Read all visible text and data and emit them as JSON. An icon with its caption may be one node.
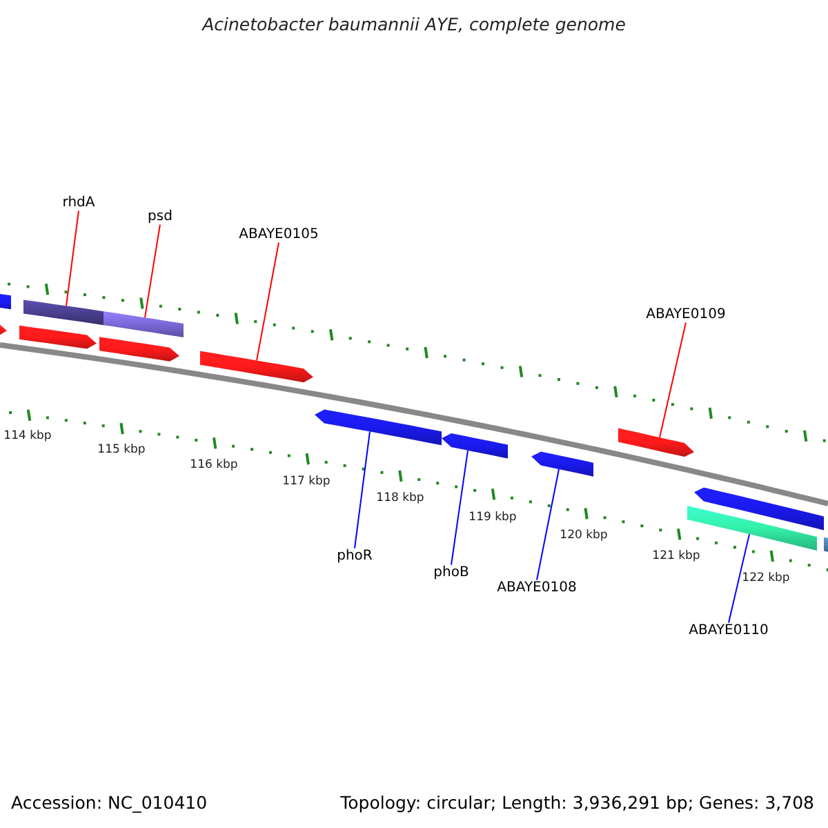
{
  "diagram": {
    "title": "Acinetobacter baumannii AYE, complete genome",
    "nodes": [
      {
        "text": [
          "rhdA"
        ]
      },
      {
        "text": [
          "psd"
        ]
      },
      {
        "text": [
          "ABAYE0105"
        ]
      },
      {
        "text": [
          "ABAYE0109"
        ]
      },
      {
        "text": [
          "phoR"
        ]
      },
      {
        "text": [
          "phoB"
        ]
      },
      {
        "text": [
          "ABAYE0108"
        ]
      },
      {
        "text": [
          "ABAYE0110"
        ]
      },
      {
        "text": [],
        "shape": "bar"
      },
      {
        "text": [],
        "shape": "bar"
      },
      {
        "text": [],
        "shape": "bar"
      },
      {
        "text": [],
        "shape": "bar"
      },
      {
        "text": [],
        "shape": "bar"
      },
      {
        "text": [],
        "shape": "bar"
      },
      {
        "text": [],
        "shape": "bar"
      },
      {
        "text": [],
        "shape": "bar"
      },
      {
        "text": [],
        "shape": "bar"
      },
      {
        "text": [],
        "shape": "bar"
      },
      {
        "text": [],
        "shape": "bar"
      },
      {
        "text": [],
        "shape": "bar"
      },
      {
        "text": [],
        "shape": "bar"
      },
      {
        "text": [],
        "shape": "bar"
      }
    ],
    "edges": [
      {
        "from": 0,
        "to": 11,
        "arrow": "none",
        "color": "#ff0000"
      },
      {
        "from": 1,
        "to": 13,
        "arrow": "none",
        "color": "#ff0000"
      },
      {
        "from": 2,
        "to": 14,
        "arrow": "none",
        "color": "#ff0000"
      },
      {
        "from": 3,
        "to": 18,
        "arrow": "none",
        "color": "#ff0000"
      },
      {
        "from": 4,
        "to": 15,
        "arrow": "none",
        "color": "#0000ff"
      },
      {
        "from": 5,
        "to": 16,
        "arrow": "none",
        "color": "#0000ff"
      },
      {
        "from": 6,
        "to": 17,
        "arrow": "none",
        "color": "#0000ff"
      },
      {
        "from": 7,
        "to": 19,
        "arrow": "none",
        "color": "#0000ff"
      }
    ],
    "labels": [
      "114 kbp",
      "115 kbp",
      "116 kbp",
      "117 kbp",
      "118 kbp",
      "119 kbp",
      "120 kbp",
      "121 kbp",
      "122 kbp",
      "Accession: NC_010410",
      "Topology: circular; Length: 3,936,291 bp; Genes: 3,708"
    ]
  }
}
